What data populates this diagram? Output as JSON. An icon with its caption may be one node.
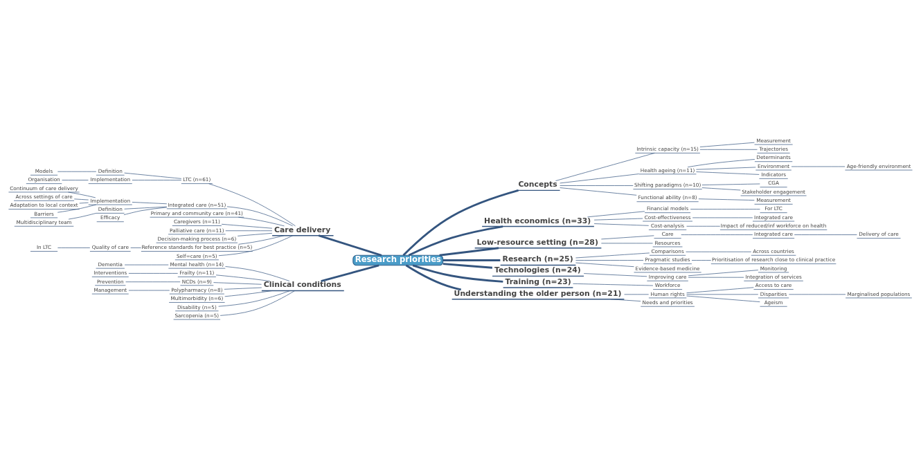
{
  "diagram": {
    "nodes": [
      {
        "text": [
          "Research priorities"
        ]
      },
      {
        "text": [
          "Care delivery"
        ]
      },
      {
        "text": [
          "LTC (n=61)"
        ]
      },
      {
        "text": [
          "Definition"
        ]
      },
      {
        "text": [
          "Models"
        ]
      },
      {
        "text": [
          "Implementation"
        ]
      },
      {
        "text": [
          "Organisation"
        ]
      },
      {
        "text": [
          "Integrated care (n=51)"
        ]
      },
      {
        "text": [
          "Implementation"
        ]
      },
      {
        "text": [
          "Continuum of care delivery"
        ]
      },
      {
        "text": [
          "Across settings of care"
        ]
      },
      {
        "text": [
          "Adaptation to local context"
        ]
      },
      {
        "text": [
          "Barriers"
        ]
      },
      {
        "text": [
          "Definition"
        ]
      },
      {
        "text": [
          "Multidisciplinary team"
        ]
      },
      {
        "text": [
          "Efficacy"
        ]
      },
      {
        "text": [
          "Primary and community care (n=41)"
        ]
      },
      {
        "text": [
          "Caregivers (n=11)"
        ]
      },
      {
        "text": [
          "Palliative care (n=11)"
        ]
      },
      {
        "text": [
          "Decision-making process (n=6)"
        ]
      },
      {
        "text": [
          "Reference standards for best practice (n=5)"
        ]
      },
      {
        "text": [
          "Quality of care"
        ]
      },
      {
        "text": [
          "In LTC"
        ]
      },
      {
        "text": [
          "Self=care (n=5)"
        ]
      },
      {
        "text": [
          "Clinical conditions"
        ]
      },
      {
        "text": [
          "Mental health (n=14)"
        ]
      },
      {
        "text": [
          "Dementia"
        ]
      },
      {
        "text": [
          "Frailty (n=11)"
        ]
      },
      {
        "text": [
          "Interventions"
        ]
      },
      {
        "text": [
          "NCDs (n=9)"
        ]
      },
      {
        "text": [
          "Prevention"
        ]
      },
      {
        "text": [
          "Polypharmacy (n=8)"
        ]
      },
      {
        "text": [
          "Management"
        ]
      },
      {
        "text": [
          "Multimorbidity (n=6)"
        ]
      },
      {
        "text": [
          "Disability (n=5)"
        ]
      },
      {
        "text": [
          "Sarcopenia (n=5)"
        ]
      },
      {
        "text": [
          "Concepts"
        ]
      },
      {
        "text": [
          "Intrinsic capacity (n=15)"
        ]
      },
      {
        "text": [
          "Measurement"
        ]
      },
      {
        "text": [
          "Trajectories"
        ]
      },
      {
        "text": [
          "Health ageing (n=11)"
        ]
      },
      {
        "text": [
          "Determinants"
        ]
      },
      {
        "text": [
          "Environment"
        ]
      },
      {
        "text": [
          "Age-friendly environment"
        ]
      },
      {
        "text": [
          "Indicators"
        ]
      },
      {
        "text": [
          "Shifting paradigms (n=10)"
        ]
      },
      {
        "text": [
          "CGA"
        ]
      },
      {
        "text": [
          "Stakeholder engagement"
        ]
      },
      {
        "text": [
          "Functional ability (n=8)"
        ]
      },
      {
        "text": [
          "Measurement"
        ]
      },
      {
        "text": [
          "Health economics (n=33)"
        ]
      },
      {
        "text": [
          "Financial models"
        ]
      },
      {
        "text": [
          "For LTC"
        ]
      },
      {
        "text": [
          "Cost-effectiveness"
        ]
      },
      {
        "text": [
          "Integrated care"
        ]
      },
      {
        "text": [
          "Cost-analysis"
        ]
      },
      {
        "text": [
          "Impact of reduced/inf workforce on health"
        ]
      },
      {
        "text": [
          "Low-resource setting (n=28)"
        ]
      },
      {
        "text": [
          "Care"
        ]
      },
      {
        "text": [
          "Integrated care"
        ]
      },
      {
        "text": [
          "Delivery of care"
        ]
      },
      {
        "text": [
          "Resources"
        ]
      },
      {
        "text": [
          "Research (n=25)"
        ]
      },
      {
        "text": [
          "Comparisons"
        ]
      },
      {
        "text": [
          "Across countries"
        ]
      },
      {
        "text": [
          "Pragmatic studies"
        ]
      },
      {
        "text": [
          "Prioritisation of research close to clinical practice"
        ]
      },
      {
        "text": [
          "Evidence-based medicine"
        ]
      },
      {
        "text": [
          "Technologies (n=24)"
        ]
      },
      {
        "text": [
          "Improving care"
        ]
      },
      {
        "text": [
          "Monitoring"
        ]
      },
      {
        "text": [
          "Integration of services"
        ]
      },
      {
        "text": [
          "Training (n=23)"
        ]
      },
      {
        "text": [
          "Workforce"
        ]
      },
      {
        "text": [
          "Understanding the older person (n=21)"
        ]
      },
      {
        "text": [
          "Human rights"
        ]
      },
      {
        "text": [
          "Access to care"
        ]
      },
      {
        "text": [
          "Disparities"
        ]
      },
      {
        "text": [
          "Marginalised populations"
        ]
      },
      {
        "text": [
          "Ageism"
        ]
      },
      {
        "text": [
          "Needs and priorities"
        ]
      }
    ],
    "edges": [
      {
        "from": 1,
        "to": 0,
        "arrow": "none",
        "style": "thick"
      },
      {
        "from": 2,
        "to": 1,
        "arrow": "none"
      },
      {
        "from": 3,
        "to": 2,
        "arrow": "none"
      },
      {
        "from": 4,
        "to": 3,
        "arrow": "none"
      },
      {
        "from": 5,
        "to": 2,
        "arrow": "none"
      },
      {
        "from": 6,
        "to": 5,
        "arrow": "none"
      },
      {
        "from": 7,
        "to": 1,
        "arrow": "none"
      },
      {
        "from": 8,
        "to": 7,
        "arrow": "none"
      },
      {
        "from": 9,
        "to": 8,
        "arrow": "none"
      },
      {
        "from": 10,
        "to": 8,
        "arrow": "none"
      },
      {
        "from": 11,
        "to": 8,
        "arrow": "none"
      },
      {
        "from": 12,
        "to": 8,
        "arrow": "none"
      },
      {
        "from": 13,
        "to": 7,
        "arrow": "none"
      },
      {
        "from": 14,
        "to": 13,
        "arrow": "none"
      },
      {
        "from": 15,
        "to": 7,
        "arrow": "none"
      },
      {
        "from": 16,
        "to": 1,
        "arrow": "none"
      },
      {
        "from": 17,
        "to": 1,
        "arrow": "none"
      },
      {
        "from": 18,
        "to": 1,
        "arrow": "none"
      },
      {
        "from": 19,
        "to": 1,
        "arrow": "none"
      },
      {
        "from": 20,
        "to": 1,
        "arrow": "none"
      },
      {
        "from": 21,
        "to": 20,
        "arrow": "none"
      },
      {
        "from": 22,
        "to": 21,
        "arrow": "none"
      },
      {
        "from": 23,
        "to": 1,
        "arrow": "none"
      },
      {
        "from": 24,
        "to": 0,
        "arrow": "none",
        "style": "thick"
      },
      {
        "from": 25,
        "to": 24,
        "arrow": "none"
      },
      {
        "from": 26,
        "to": 25,
        "arrow": "none"
      },
      {
        "from": 27,
        "to": 24,
        "arrow": "none"
      },
      {
        "from": 28,
        "to": 27,
        "arrow": "none"
      },
      {
        "from": 29,
        "to": 24,
        "arrow": "none"
      },
      {
        "from": 30,
        "to": 29,
        "arrow": "none"
      },
      {
        "from": 31,
        "to": 24,
        "arrow": "none"
      },
      {
        "from": 32,
        "to": 31,
        "arrow": "none"
      },
      {
        "from": 33,
        "to": 24,
        "arrow": "none"
      },
      {
        "from": 34,
        "to": 24,
        "arrow": "none"
      },
      {
        "from": 35,
        "to": 24,
        "arrow": "none"
      },
      {
        "from": 0,
        "to": 36,
        "arrow": "none",
        "style": "thick"
      },
      {
        "from": 36,
        "to": 37,
        "arrow": "none"
      },
      {
        "from": 37,
        "to": 38,
        "arrow": "none"
      },
      {
        "from": 37,
        "to": 39,
        "arrow": "none"
      },
      {
        "from": 36,
        "to": 40,
        "arrow": "none"
      },
      {
        "from": 40,
        "to": 41,
        "arrow": "none"
      },
      {
        "from": 40,
        "to": 42,
        "arrow": "none"
      },
      {
        "from": 42,
        "to": 43,
        "arrow": "none"
      },
      {
        "from": 40,
        "to": 44,
        "arrow": "none"
      },
      {
        "from": 36,
        "to": 45,
        "arrow": "none"
      },
      {
        "from": 45,
        "to": 46,
        "arrow": "none"
      },
      {
        "from": 45,
        "to": 47,
        "arrow": "none"
      },
      {
        "from": 36,
        "to": 48,
        "arrow": "none"
      },
      {
        "from": 48,
        "to": 49,
        "arrow": "none"
      },
      {
        "from": 0,
        "to": 50,
        "arrow": "none",
        "style": "thick"
      },
      {
        "from": 50,
        "to": 51,
        "arrow": "none"
      },
      {
        "from": 51,
        "to": 52,
        "arrow": "none"
      },
      {
        "from": 50,
        "to": 53,
        "arrow": "none"
      },
      {
        "from": 53,
        "to": 54,
        "arrow": "none"
      },
      {
        "from": 50,
        "to": 55,
        "arrow": "none"
      },
      {
        "from": 55,
        "to": 56,
        "arrow": "none"
      },
      {
        "from": 0,
        "to": 57,
        "arrow": "none",
        "style": "thick"
      },
      {
        "from": 57,
        "to": 58,
        "arrow": "none"
      },
      {
        "from": 58,
        "to": 59,
        "arrow": "none"
      },
      {
        "from": 59,
        "to": 60,
        "arrow": "none"
      },
      {
        "from": 57,
        "to": 61,
        "arrow": "none"
      },
      {
        "from": 0,
        "to": 62,
        "arrow": "none",
        "style": "thick"
      },
      {
        "from": 62,
        "to": 63,
        "arrow": "none"
      },
      {
        "from": 63,
        "to": 64,
        "arrow": "none"
      },
      {
        "from": 62,
        "to": 65,
        "arrow": "none"
      },
      {
        "from": 65,
        "to": 66,
        "arrow": "none"
      },
      {
        "from": 62,
        "to": 67,
        "arrow": "none"
      },
      {
        "from": 0,
        "to": 68,
        "arrow": "none",
        "style": "thick"
      },
      {
        "from": 68,
        "to": 69,
        "arrow": "none"
      },
      {
        "from": 69,
        "to": 70,
        "arrow": "none"
      },
      {
        "from": 69,
        "to": 71,
        "arrow": "none"
      },
      {
        "from": 0,
        "to": 72,
        "arrow": "none",
        "style": "thick"
      },
      {
        "from": 72,
        "to": 73,
        "arrow": "none"
      },
      {
        "from": 0,
        "to": 74,
        "arrow": "none",
        "style": "thick"
      },
      {
        "from": 74,
        "to": 75,
        "arrow": "none"
      },
      {
        "from": 75,
        "to": 76,
        "arrow": "none"
      },
      {
        "from": 75,
        "to": 77,
        "arrow": "none"
      },
      {
        "from": 77,
        "to": 78,
        "arrow": "none"
      },
      {
        "from": 75,
        "to": 79,
        "arrow": "none"
      },
      {
        "from": 74,
        "to": 80,
        "arrow": "none"
      }
    ]
  }
}
